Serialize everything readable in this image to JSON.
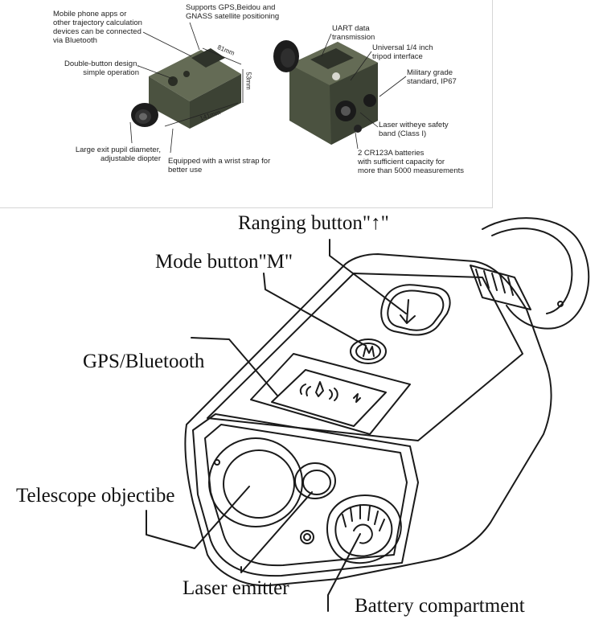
{
  "top_callouts": {
    "bluetooth": "Mobile phone apps or\nother trajectory calculation\ndevices can be connected\nvia Bluetooth",
    "gps": "Supports GPS,Beidou and\nGNASS satellite positioning",
    "double_button": "Double-button design,\nsimple operation",
    "exit_pupil": "Large exit pupil diameter,\nadjustable diopter",
    "wrist_strap": "Equipped with a wrist strap for\nbetter use",
    "uart": "UART data\ntransmission",
    "tripod": "Universal 1/4 inch\ntripod interface",
    "military": "Military grade\nstandard, IP67",
    "laser_safety": "Laser witheye safety\nband (Class I)",
    "batteries": "2 CR123A batteries\nwith sufficient capacity for\nmore than 5000 measurements"
  },
  "dimensions": {
    "width": "81mm",
    "height": "53mm",
    "length": "141mm"
  },
  "diagram_labels": {
    "ranging_button": "Ranging button\"↑\"",
    "mode_button": "Mode button\"M\"",
    "gps_bluetooth": "GPS/Bluetooth",
    "telescope": "Telescope objectibe",
    "laser_emitter": "Laser emitter",
    "battery": "Battery compartment"
  },
  "colors": {
    "body_green": "#4b5240",
    "body_dark": "#2f332a",
    "rubber_black": "#1c1c1c",
    "line_art": "#1a1a1a"
  }
}
